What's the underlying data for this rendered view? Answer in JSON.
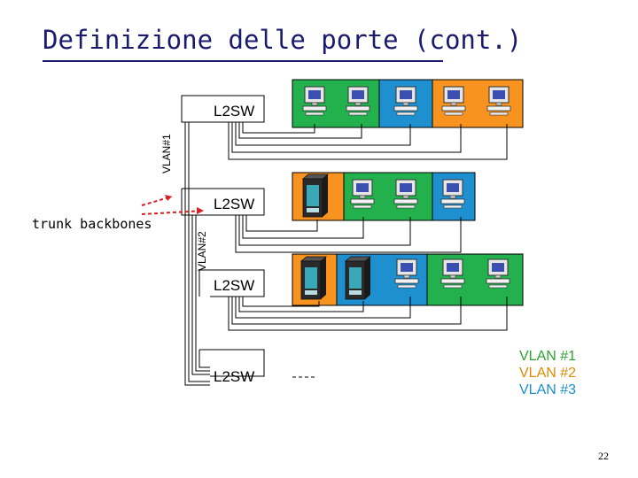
{
  "title": "Definizione delle porte (cont.)",
  "switch_label": "L2SW",
  "vlan_side_labels": [
    "VLAN#1",
    "VLAN#2"
  ],
  "trunk_label": "trunk backbones",
  "legend": [
    {
      "label": "VLAN #1",
      "color": "#2fa32f"
    },
    {
      "label": "VLAN #2",
      "color": "#e08a00"
    },
    {
      "label": "VLAN #3",
      "color": "#1c8fcf"
    }
  ],
  "colors": {
    "vlan1": "#22b14c",
    "vlan2": "#f7931e",
    "vlan3": "#1e90d0",
    "trunk_arrow": "#d62020"
  },
  "page_number": "22"
}
